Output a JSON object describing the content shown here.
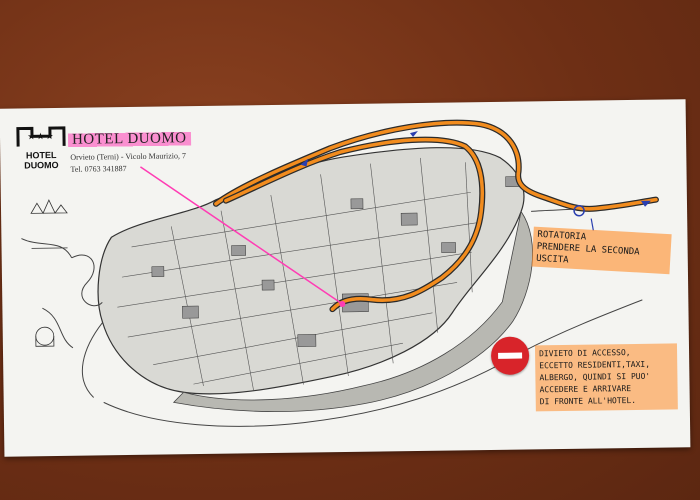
{
  "hotel": {
    "logo_stars": "★★★",
    "logo_line1": "HOTEL",
    "logo_line2": "DUOMO",
    "name": "HOTEL DUOMO",
    "address": "Orvieto (Terni) - Vicolo Maurizio, 7",
    "phone": "Tel. 0763 341887"
  },
  "notes": {
    "roundabout": [
      "ROTATORIA",
      "PRENDERE LA SECONDA",
      "USCITA"
    ],
    "access": [
      "DIVIETO DI ACCESSO,",
      "ECCETTO RESIDENTI,TAXI,",
      "ALBERGO, QUINDI SI PUO'",
      "ACCEDERE E ARRIVARE",
      "DI FRONTE ALL'HOTEL."
    ]
  },
  "colors": {
    "route": "#f28c1e",
    "route_outline": "#2b2b2b",
    "highlight_pink": "#ff3cb4",
    "note_orange": "#ff8c28",
    "no_entry_red": "#d8242a",
    "arrow_blue": "#2a3fb0"
  },
  "icons": {
    "no_entry": "no-entry-sign-icon",
    "hotel_logo": "hotel-duomo-logo-icon"
  }
}
